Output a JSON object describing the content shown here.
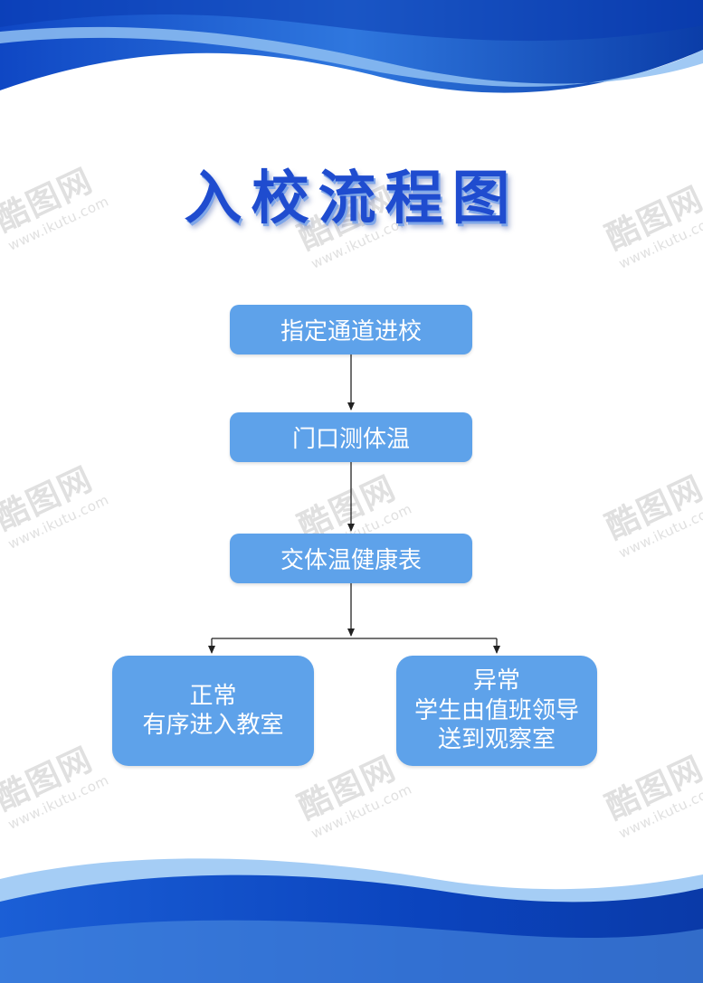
{
  "title": "入校流程图",
  "flow": {
    "steps": [
      "指定通道进校",
      "门口测体温",
      "交体温健康表"
    ],
    "branches": {
      "normal": {
        "line1": "正常",
        "line2": "有序进入教室"
      },
      "abnormal": {
        "line1": "异常",
        "line2": "学生由值班领导",
        "line3": "送到观察室"
      }
    }
  },
  "watermark": {
    "logo": "酷图网",
    "url": "www.ikutu.com"
  },
  "colors": {
    "title": "#1f4ccf",
    "box": "#5ea2ea",
    "box_text": "#ffffff",
    "wave_dark": "#0a3fb0",
    "wave_light": "#4d8de0"
  }
}
